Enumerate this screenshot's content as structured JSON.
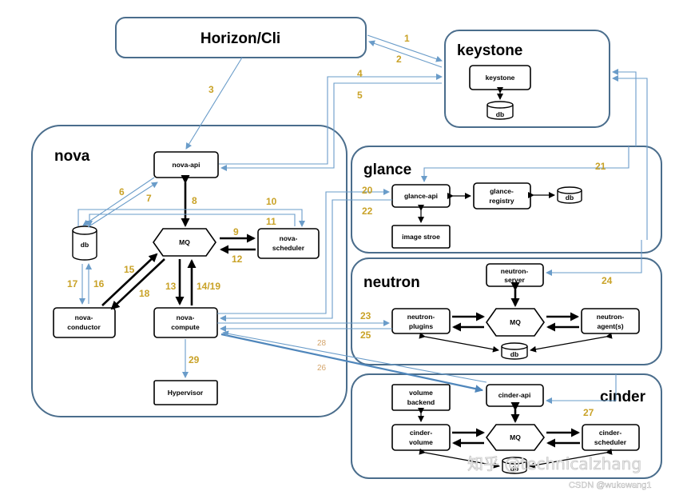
{
  "groups": {
    "horizon": "Horizon/Cli",
    "keystone": "keystone",
    "nova": "nova",
    "glance": "glance",
    "neutron": "neutron",
    "cinder": "cinder"
  },
  "components": {
    "keystone": "keystone",
    "keystone_db": "db",
    "nova_api": "nova-api",
    "nova_db": "db",
    "nova_mq": "MQ",
    "nova_scheduler": [
      "nova-",
      "scheduler"
    ],
    "nova_conductor": [
      "nova-",
      "conductor"
    ],
    "nova_compute": [
      "nova-",
      "compute"
    ],
    "hypervisor": "Hypervisor",
    "glance_api": "glance-api",
    "glance_registry": [
      "glance-",
      "registry"
    ],
    "glance_db": "db",
    "image_store": "image stroe",
    "neutron_server": [
      "neutron-",
      "server"
    ],
    "neutron_plugins": [
      "neutron-",
      "plugins"
    ],
    "neutron_mq": "MQ",
    "neutron_agents": [
      "neutron-",
      "agent(s)"
    ],
    "neutron_db": "db",
    "volume_backend": [
      "volume",
      "backend"
    ],
    "cinder_api": "cinder-api",
    "cinder_volume": [
      "cinder-",
      "volume"
    ],
    "cinder_mq": "MQ",
    "cinder_scheduler": [
      "cinder-",
      "scheduler"
    ],
    "cinder_db": "db"
  },
  "steps": {
    "s1": "1",
    "s2": "2",
    "s3": "3",
    "s4": "4",
    "s5": "5",
    "s6": "6",
    "s7": "7",
    "s8": "8",
    "s9": "9",
    "s10": "10",
    "s11": "11",
    "s12": "12",
    "s13": "13",
    "s14": "14/19",
    "s15": "15",
    "s16": "16",
    "s17": "17",
    "s18": "18",
    "s20": "20",
    "s21": "21",
    "s22": "22",
    "s23": "23",
    "s24": "24",
    "s25": "25",
    "s26": "26",
    "s27": "27",
    "s28": "28",
    "s29": "29"
  },
  "watermark": {
    "zhihu": "知乎 @technicalzhang",
    "csdn": "CSDN @wukewang1"
  },
  "colors": {
    "panel_border": "#4a6d8c",
    "flow_arrow": "#6a9cc9",
    "step_label": "#c9a227"
  }
}
